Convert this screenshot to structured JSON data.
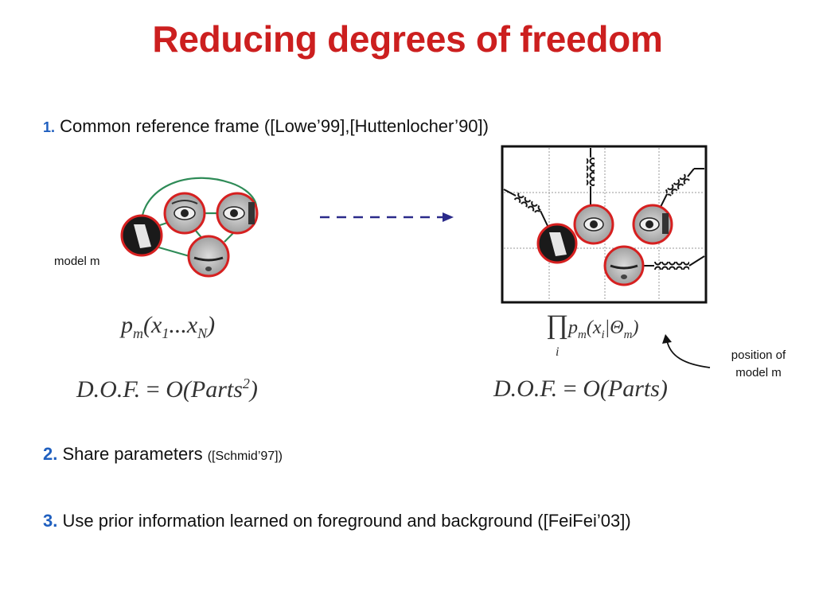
{
  "slide": {
    "title": "Reducing degrees of freedom",
    "points": [
      {
        "number": "1.",
        "text": "Common reference frame ([Lowe’99],[Huttenlocher’90])"
      },
      {
        "number": "2.",
        "text": "Share parameters",
        "citation": "([Schmid’97])"
      },
      {
        "number": "3.",
        "text": "Use prior information learned on foreground and background ([FeiFei’03])"
      }
    ]
  },
  "labels": {
    "model_m": "model m",
    "position_line1": "position of",
    "position_line2": "model m"
  },
  "formulas": {
    "left_prob": "p_m(x_1…x_N)",
    "left_dof": "D.O.F. = O(Parts²)",
    "right_prob": "∏_i p_m(x_i|Θ_m)",
    "right_dof": "D.O.F. = O(Parts)"
  },
  "colors": {
    "title": "#cc1f1f",
    "numbers": "#1f5fbf",
    "graph_edges": "#2e8b57",
    "part_border": "#d62020",
    "arrow": "#2a2a8a"
  },
  "icons": [
    "eye-part-icon",
    "nose-part-icon",
    "mouth-part-icon",
    "spring-icon",
    "dashed-arrow-icon"
  ]
}
